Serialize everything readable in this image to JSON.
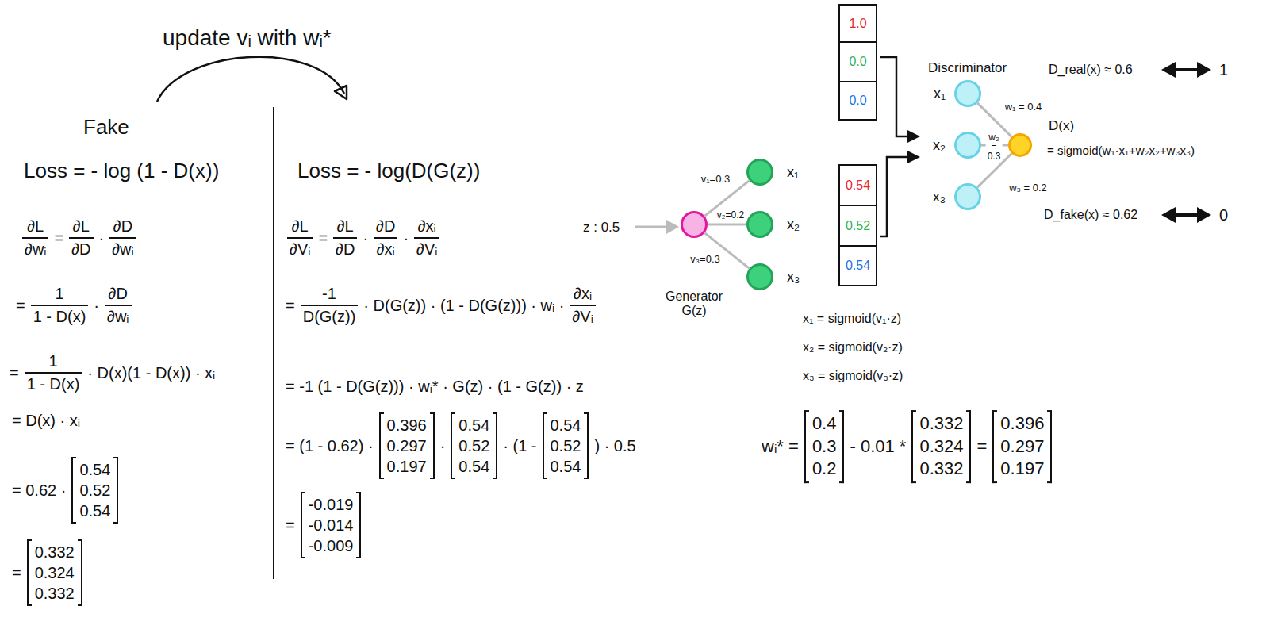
{
  "diagram": {
    "nodes": [
      {
        "text": [
          "Generator G(z)"
        ]
      },
      {
        "text": [
          "x₁"
        ]
      },
      {
        "text": [
          "x₂"
        ]
      },
      {
        "text": [
          "x₃"
        ]
      },
      {
        "text": [
          "1.0"
        ]
      },
      {
        "text": [
          "0.0"
        ]
      },
      {
        "text": [
          "0.0"
        ]
      },
      {
        "text": [
          "0.54"
        ]
      },
      {
        "text": [
          "0.52"
        ]
      },
      {
        "text": [
          "0.54"
        ]
      },
      {
        "text": [
          "x₁"
        ]
      },
      {
        "text": [
          "x₂"
        ]
      },
      {
        "text": [
          "x₃"
        ]
      },
      {
        "text": [
          "D(x)",
          "= sigmoid(w₁·x₁+w₂x₂+w₃x₃)"
        ]
      }
    ],
    "edges": [
      {
        "from": 0,
        "to": 1,
        "arrow": "none",
        "label": "v₁=0.3"
      },
      {
        "from": 0,
        "to": 2,
        "arrow": "none",
        "label": "v₂=0.2"
      },
      {
        "from": 0,
        "to": 3,
        "arrow": "none",
        "label": "v₃=0.3"
      },
      {
        "from": 10,
        "to": 13,
        "arrow": "none",
        "label": "w₁ = 0.4"
      },
      {
        "from": 11,
        "to": 13,
        "arrow": "none",
        "label": "w₂ = 0.3"
      },
      {
        "from": 12,
        "to": 13,
        "arrow": "none",
        "label": "w₃ = 0.2"
      }
    ],
    "labels": [
      "update vᵢ with wᵢ*",
      "Fake",
      "Loss = - log (1 - D(x))",
      "∂L",
      "∂wᵢ",
      "=",
      "∂L",
      "∂D",
      "·",
      "∂D",
      "∂wᵢ",
      "=",
      "1",
      "1 - D(x)",
      "·",
      "∂D",
      "∂wᵢ",
      "=",
      "1",
      "1 - D(x)",
      "· D(x)(1 - D(x)) · xᵢ",
      "= D(x) · xᵢ",
      "= 0.62 ·",
      "0.54 0.52 0.54",
      "=",
      "0.332 0.324 0.332",
      "Loss = - log(D(G(z))",
      "∂L",
      "∂Vᵢ",
      "=",
      "∂L",
      "∂D",
      "·",
      "∂D",
      "∂xᵢ",
      "·",
      "∂xᵢ",
      "∂Vᵢ",
      "=",
      "-1",
      "D(G(z))",
      "· D(G(z)) · (1 - D(G(z))) · wᵢ ·",
      "∂xᵢ",
      "∂Vᵢ",
      "= -1 (1 - D(G(z))) · wᵢ* · G(z) · (1 - G(z)) · z",
      "= (1 - 0.62) ·",
      "0.396 0.297 0.197",
      "·",
      "0.54 0.52 0.54",
      "· (1 -",
      "0.54 0.52 0.54",
      ") · 0.5",
      "=",
      "-0.019 -0.014 -0.009",
      "x₁ = sigmoid(v₁·z)",
      "x₂ = sigmoid(v₂·z)",
      "x₃ = sigmoid(v₃·z)",
      "wᵢ* =",
      "0.4 0.3 0.2",
      "- 0.01 *",
      "0.332 0.324 0.332",
      "=",
      "0.396 0.297 0.197",
      "z : 0.5",
      "Discriminator",
      "D_real(x) ≈ 0.6",
      "1",
      "D_fake(x) ≈ 0.62",
      "0"
    ]
  }
}
